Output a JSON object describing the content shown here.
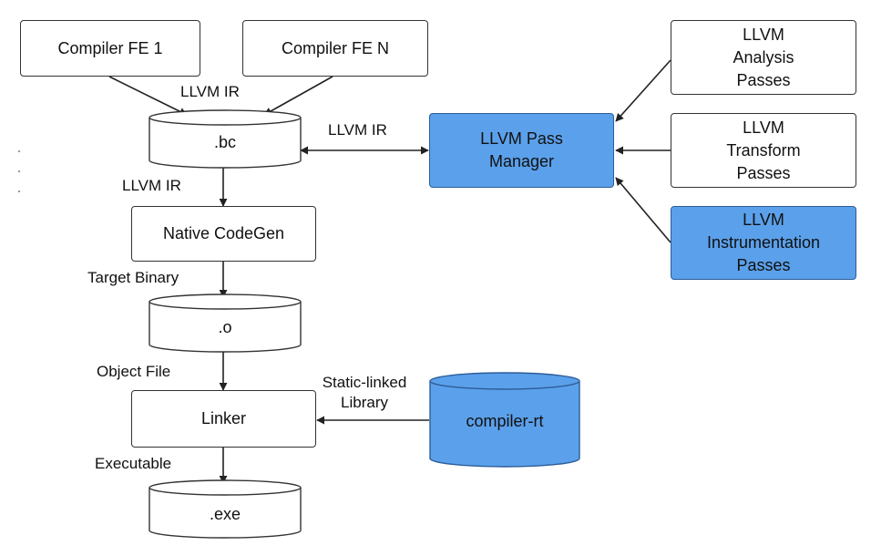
{
  "nodes": {
    "fe1": "Compiler FE 1",
    "fen": "Compiler  FE N",
    "bc": ".bc",
    "codegen": "Native CodeGen",
    "obj": ".o",
    "linker": "Linker",
    "exe": ".exe",
    "pass_manager": "LLVM Pass\nManager",
    "analysis": "LLVM\nAnalysis\nPasses",
    "transform": "LLVM\nTransform\nPasses",
    "instrumentation": "LLVM\nInstrumentation\nPasses",
    "compiler_rt": "compiler-rt"
  },
  "edge_labels": {
    "fe_to_bc": "LLVM IR",
    "bc_to_pm": "LLVM IR",
    "bc_to_codegen": "LLVM IR",
    "codegen_to_obj": "Target Binary",
    "obj_to_linker": "Object File",
    "rt_to_linker": "Static-linked\nLibrary",
    "linker_to_exe": "Executable"
  },
  "colors": {
    "highlight": "#5ba0ea",
    "highlight_border": "#2c5d99",
    "line": "#222222"
  }
}
